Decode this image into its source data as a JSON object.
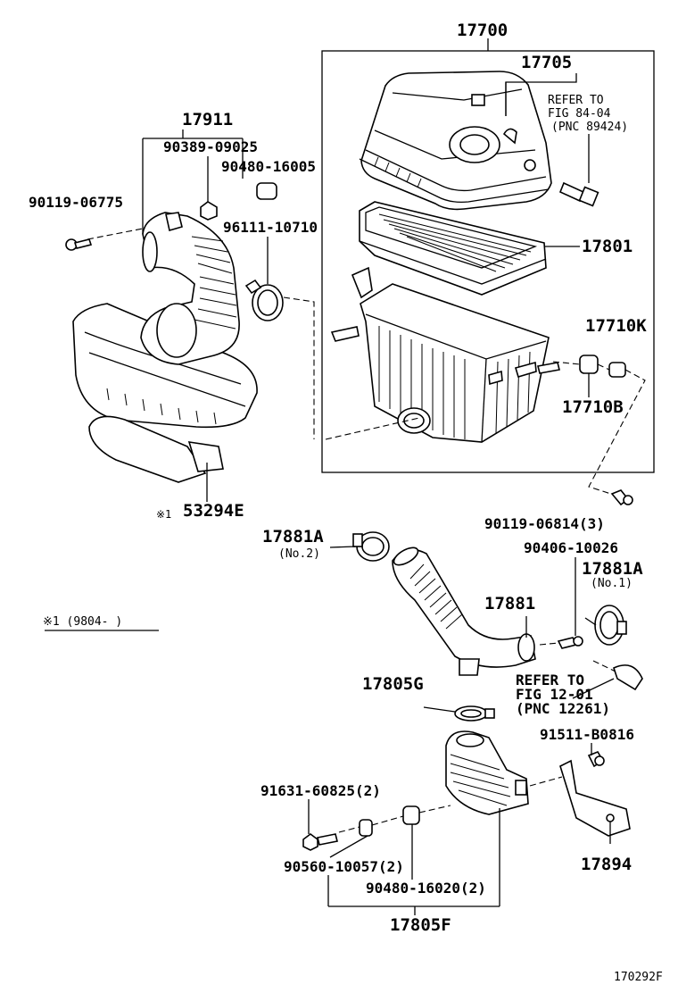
{
  "labels": {
    "p17700": "17700",
    "p17705": "17705",
    "refer1_line1": "REFER TO",
    "refer1_line2": "FIG 84-04",
    "refer1_line3": "(PNC 89424)",
    "p17911": "17911",
    "p90389": "90389-09025",
    "p90480_16005": "90480-16005",
    "p90119_06775": "90119-06775",
    "p96111": "96111-10710",
    "p17801": "17801",
    "p17710K": "17710K",
    "p17710B": "17710B",
    "p53294E": "53294E",
    "mark1": "※1",
    "p90119_06814": "90119-06814(3)",
    "p17881A_left": "17881A",
    "no2": "(No.2)",
    "p90406": "90406-10026",
    "p17881A_right": "17881A",
    "no1": "(No.1)",
    "footnote": "※1 (9804-     )",
    "p17881": "17881",
    "p17805G": "17805G",
    "refer2_line1": "REFER TO",
    "refer2_line2": "FIG 12-01",
    "refer2_line3": "(PNC 12261)",
    "p91511": "91511-B0816",
    "p91631": "91631-60825(2)",
    "p17894": "17894",
    "p90560": "90560-10057(2)",
    "p90480_16020": "90480-16020(2)",
    "p17805F": "17805F",
    "figure_code": "170292F"
  }
}
